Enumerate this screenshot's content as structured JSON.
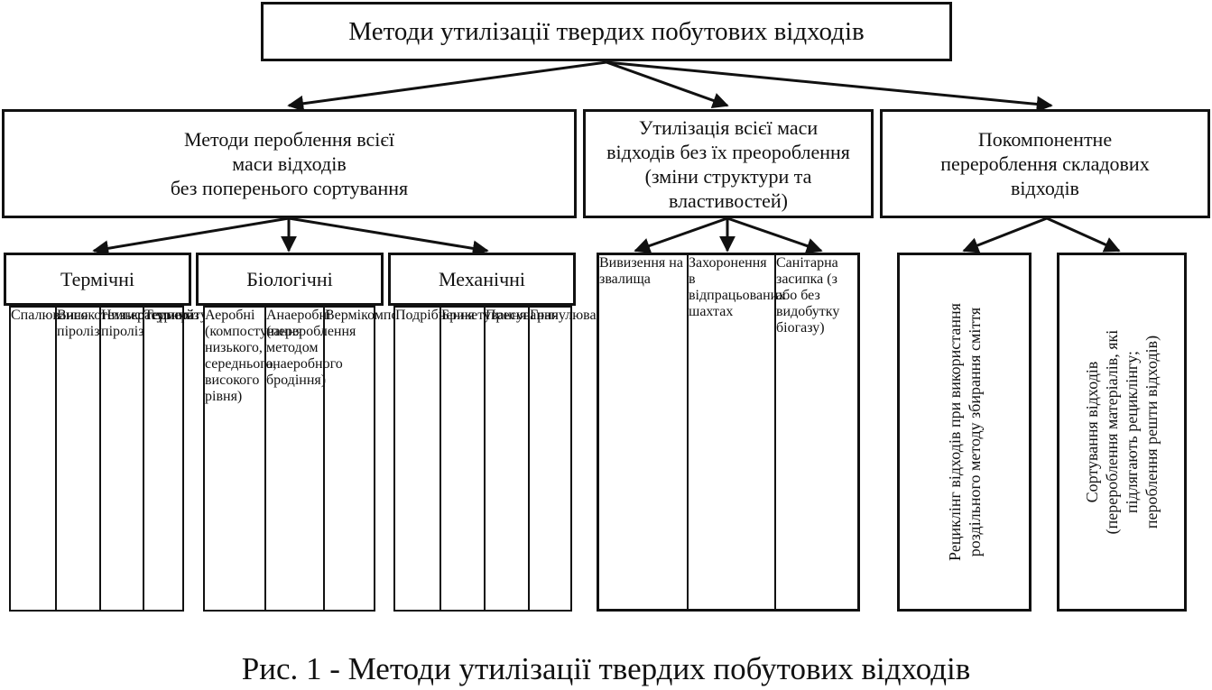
{
  "title": "Методи утилізації твердих побутових відходів",
  "caption": "Рис. 1 - Методи утилізації твердих побутових відходів",
  "branches": [
    {
      "label": "Методи пероблення всієї\nмаси відходів\nбез поперенього сортування",
      "groups": [
        {
          "label": "Термічні",
          "items": [
            "Спалювання",
            "Високотемпературний піроліз",
            "Низькотемпературний піроліз",
            "Термоліз"
          ]
        },
        {
          "label": "Біологічні",
          "items": [
            "Аеробні (компостування низького,\nсереднього, високого рівня)",
            "Анаеробні (перероблення\nметодом анаеробного бродіння)",
            "Вермікомпостування"
          ]
        },
        {
          "label": "Механічні",
          "items": [
            "Подрібнення",
            "Брикетування",
            "Пресування",
            "Гранулювання"
          ]
        }
      ]
    },
    {
      "label": "Утилізація всієї маси\nвідходів без їх преороблення\n(зміни структури та\nвластивостей)",
      "items": [
        "Вивизення на звалища",
        "Захоронення в  відпрацьованих шахтах",
        "Санітарна засипка\n(з або без видобутку біогазу)"
      ]
    },
    {
      "label": "Покомпонентне\nперероблення складових\nвідходів",
      "items": [
        "Рециклінг відходів при використання\nроздільного методу збирання сміття",
        "Сортування відходів\n(перероблення матеріалів, які\nпідлягають рециклінгу;\nпероблення решти відходів)"
      ]
    }
  ]
}
